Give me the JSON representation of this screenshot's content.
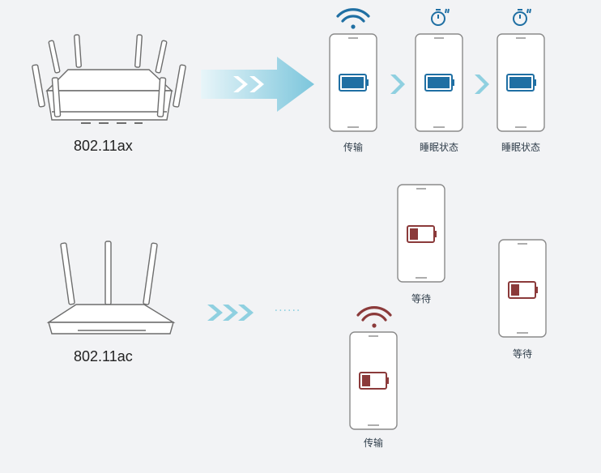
{
  "colors": {
    "background": "#f2f3f5",
    "accent_blue": "#1f6fa3",
    "arrow_light_blue": "#8fd0e0",
    "battery_low_red": "#8b3a3a",
    "outline_gray": "#7a7a7a"
  },
  "top_row": {
    "router_label": "802.11ax",
    "devices": [
      {
        "caption": "传输",
        "battery": "full",
        "indicator": "wifi-icon"
      },
      {
        "caption": "睡眠状态",
        "battery": "full",
        "indicator": "timer-icon"
      },
      {
        "caption": "睡眠状态",
        "battery": "full",
        "indicator": "timer-icon"
      }
    ]
  },
  "bottom_row": {
    "router_label": "802.11ac",
    "dots_text": "······",
    "devices": [
      {
        "caption": "等待",
        "battery": "low"
      },
      {
        "caption": "等待",
        "battery": "low"
      },
      {
        "caption": "传输",
        "battery": "low",
        "indicator": "wifi-icon"
      }
    ]
  }
}
